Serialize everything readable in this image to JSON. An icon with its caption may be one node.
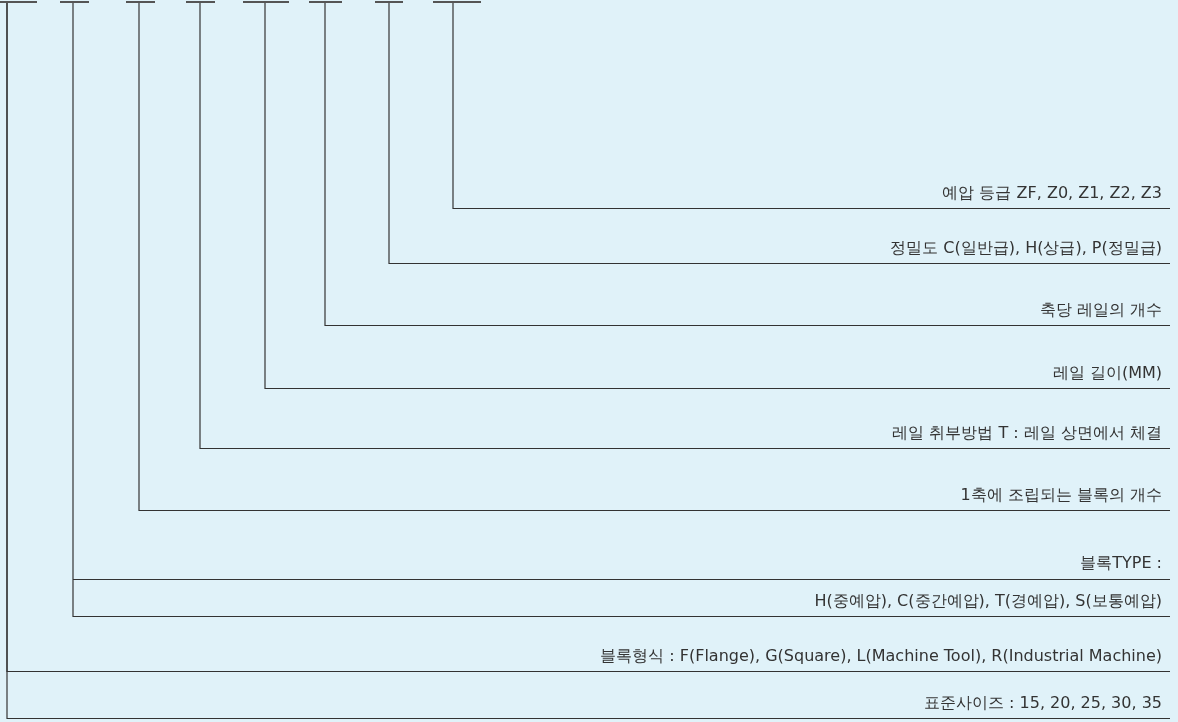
{
  "diagram": {
    "nodes": [
      {
        "text": [],
        "shape": "bar"
      },
      {
        "text": [],
        "shape": "bar"
      },
      {
        "text": [],
        "shape": "bar"
      },
      {
        "text": [],
        "shape": "bar"
      },
      {
        "text": [],
        "shape": "bar"
      },
      {
        "text": [],
        "shape": "bar"
      },
      {
        "text": [],
        "shape": "bar"
      },
      {
        "text": [],
        "shape": "bar"
      },
      {
        "text": [
          "예압 등급 ZF, Z0, Z1, Z2, Z3"
        ]
      },
      {
        "text": [
          "정밀도 C(일반급), H(상급), P(정밀급)"
        ]
      },
      {
        "text": [
          "축당 레일의 개수"
        ]
      },
      {
        "text": [
          "레일 길이(MM)"
        ]
      },
      {
        "text": [
          "레일 취부방법  T : 레일 상면에서 체결"
        ]
      },
      {
        "text": [
          "1축에 조립되는 블록의 개수"
        ]
      },
      {
        "text": [
          "블록TYPE :",
          "H(중예압), C(중간예압), T(경예압), S(보통예압)"
        ]
      },
      {
        "text": [
          "블록형식 : F(Flange), G(Square), L(Machine Tool), R(Industrial Machine)"
        ]
      },
      {
        "text": [
          "표준사이즈 : 15, 20, 25, 30, 35"
        ]
      }
    ],
    "edges": [
      {
        "from": 7,
        "to": 8,
        "arrow": "none"
      },
      {
        "from": 6,
        "to": 9,
        "arrow": "none"
      },
      {
        "from": 5,
        "to": 10,
        "arrow": "none"
      },
      {
        "from": 4,
        "to": 11,
        "arrow": "none"
      },
      {
        "from": 3,
        "to": 12,
        "arrow": "none"
      },
      {
        "from": 2,
        "to": 13,
        "arrow": "none"
      },
      {
        "from": 1,
        "to": 14,
        "arrow": "none"
      },
      {
        "from": 0,
        "to": 15,
        "arrow": "none"
      },
      {
        "from": 0,
        "to": 16,
        "arrow": "none"
      }
    ]
  }
}
